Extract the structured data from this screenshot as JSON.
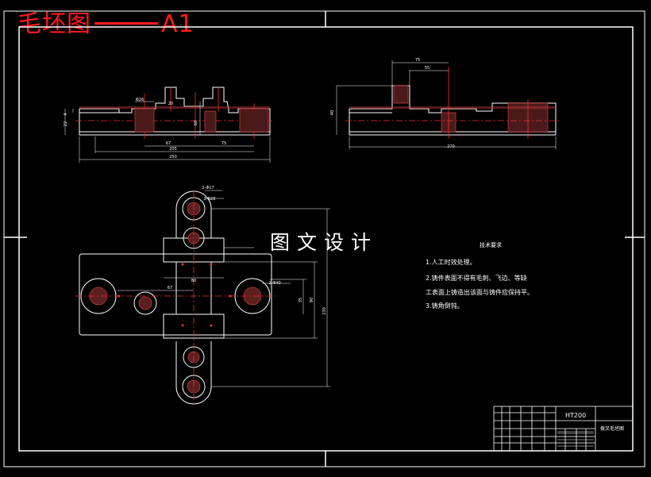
{
  "drawing_title": {
    "name": "毛坯图",
    "size": "A1"
  },
  "watermark": "图文设计",
  "tech_requirements": {
    "title": "技术要求",
    "items": [
      "1.人工时效处理。",
      "2.铸件表面不得有毛刺、飞边、等缺",
      "工表面上铸造出该面与铸件应保持平。",
      "3.铸角倒钝。"
    ]
  },
  "title_block": {
    "material": "HT200",
    "part_name": "拨叉毛坯图"
  },
  "dimensions": {
    "front_view": [
      "Φ26",
      "20",
      "60",
      "4",
      "22",
      "67",
      "75",
      "205",
      "250"
    ],
    "side_view": [
      "75",
      "55",
      "40",
      "270"
    ],
    "top_view": [
      "2-Φ17",
      "2-R20",
      "80",
      "67",
      "2-Φ40",
      "35",
      "90",
      "230"
    ]
  }
}
